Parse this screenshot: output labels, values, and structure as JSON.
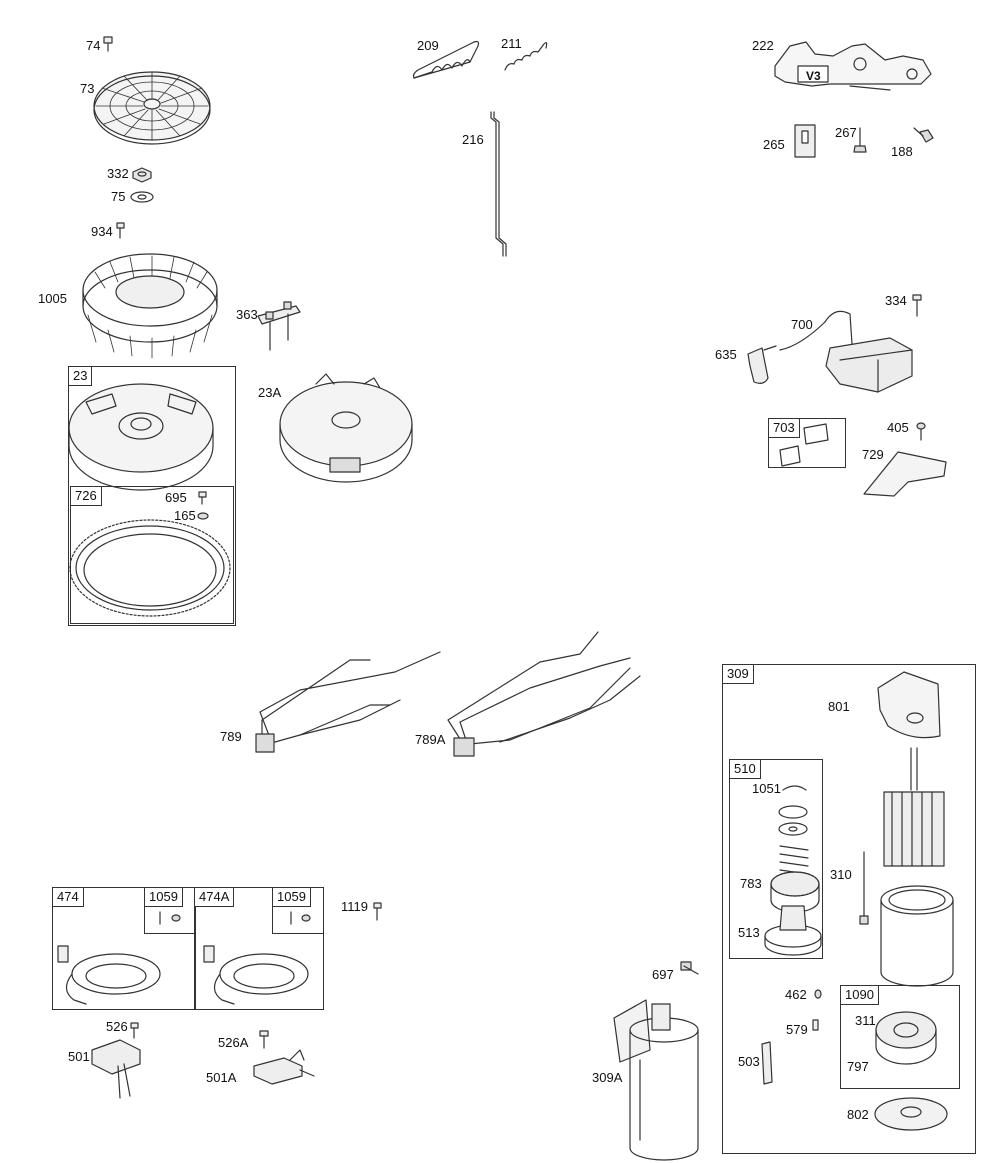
{
  "callouts": [
    "74",
    "73",
    "332",
    "75",
    "934",
    "1005",
    "363",
    "209",
    "211",
    "216",
    "222",
    "265",
    "267",
    "188",
    "334",
    "700",
    "635",
    "405",
    "729",
    "23A",
    "695",
    "165",
    "789",
    "789A",
    "801",
    "1051",
    "783",
    "310",
    "513",
    "1119",
    "697",
    "462",
    "579",
    "311",
    "797",
    "503",
    "802",
    "526",
    "501",
    "526A",
    "501A",
    "309A"
  ],
  "groups": [
    "23",
    "726",
    "703",
    "309",
    "510",
    "474",
    "1059",
    "474A",
    "1059",
    "1090"
  ],
  "decal_text": "V3"
}
